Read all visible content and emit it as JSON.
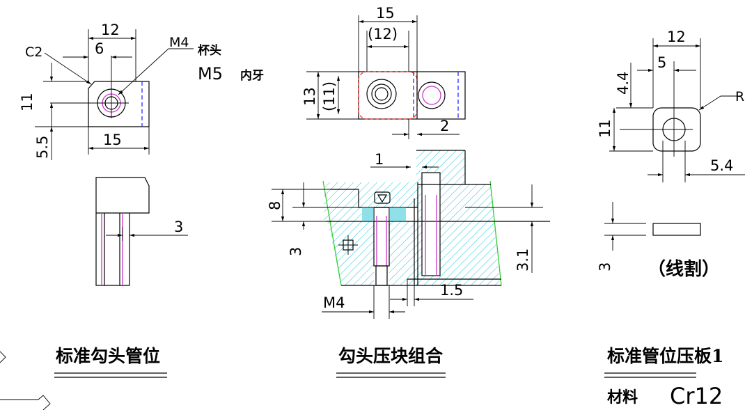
{
  "colors": {
    "outline": "#000000",
    "thread": "#cc33cc",
    "hidden": "#2a2aff",
    "section_edge": "#33cc33",
    "hatch": "#33c7d6",
    "highlight": "#ff3333",
    "bg": "#ffffff"
  },
  "left_view": {
    "dim_12": "12",
    "dim_6": "6",
    "dim_c2": "C2",
    "dim_m4": "M4",
    "note_cup": "杯头",
    "note_m5": "M5",
    "note_inner": "内牙",
    "dim_11": "11",
    "dim_5_5": "5.5",
    "dim_15": "15",
    "dim_3": "3",
    "title": "标准勾头管位"
  },
  "center_view": {
    "dim_15": "15",
    "dim_12p": "(12)",
    "dim_13": "13",
    "dim_11p": "(11)",
    "dim_2": "2",
    "dim_1": "1",
    "dim_8": "8",
    "dim_3": "3",
    "dim_3_1": "3.1",
    "dim_1_5": "1.5",
    "dim_m4": "M4",
    "title": "勾头压块组合"
  },
  "right_view": {
    "dim_12": "12",
    "dim_5": "5",
    "dim_4_4": "4.4",
    "dim_r": "R",
    "dim_11": "11",
    "dim_5_4": "5.4",
    "dim_3": "3",
    "note_wire": "（线割）",
    "title": "标准管位压板1",
    "material_label": "材料",
    "material_value": "Cr12"
  }
}
